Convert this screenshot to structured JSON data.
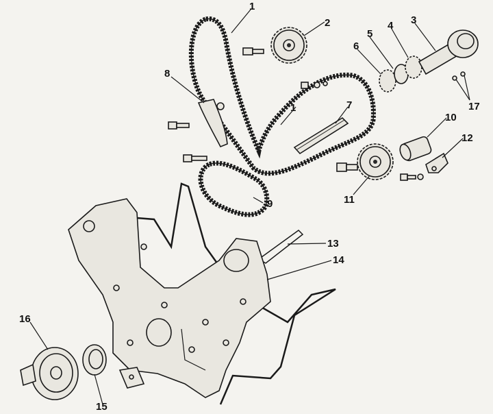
{
  "diagram": {
    "callouts": [
      {
        "id": "1",
        "text": "1"
      },
      {
        "id": "1b",
        "text": "1"
      },
      {
        "id": "2",
        "text": "2"
      },
      {
        "id": "3",
        "text": "3"
      },
      {
        "id": "4",
        "text": "4"
      },
      {
        "id": "5",
        "text": "5"
      },
      {
        "id": "6",
        "text": "6"
      },
      {
        "id": "7",
        "text": "7"
      },
      {
        "id": "8",
        "text": "8"
      },
      {
        "id": "9",
        "text": "9"
      },
      {
        "id": "10",
        "text": "10"
      },
      {
        "id": "11",
        "text": "11"
      },
      {
        "id": "12",
        "text": "12"
      },
      {
        "id": "13",
        "text": "13"
      },
      {
        "id": "14",
        "text": "14"
      },
      {
        "id": "15",
        "text": "15"
      },
      {
        "id": "16",
        "text": "16"
      },
      {
        "id": "17",
        "text": "17"
      }
    ],
    "colors": {
      "ink": "#1a1a1a",
      "paper": "#f4f3ef",
      "metal": "#e9e7e0"
    }
  }
}
